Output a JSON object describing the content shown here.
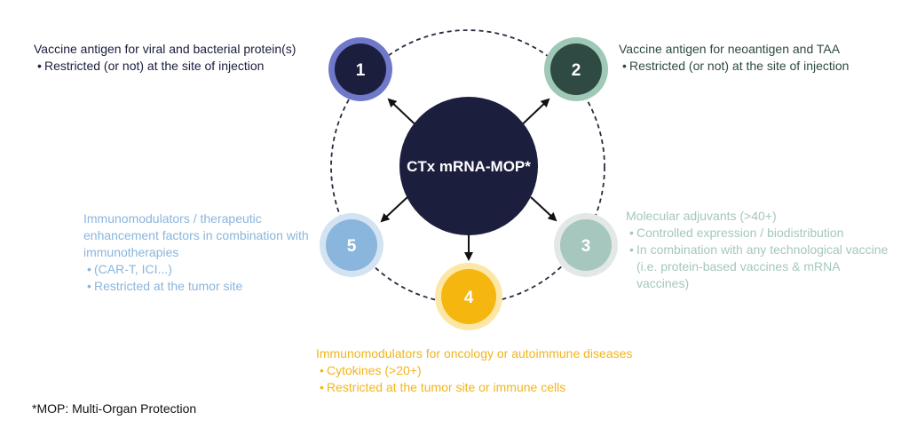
{
  "center_label": "CTx mRNA-MOP*",
  "nodes": [
    {
      "number": "1",
      "fill": "#1b1e3d",
      "ring": "#7079c9"
    },
    {
      "number": "2",
      "fill": "#2f4a43",
      "ring": "#9fc8b6"
    },
    {
      "number": "3",
      "fill": "#a5c7bd",
      "ring": "#e3e8e6"
    },
    {
      "number": "4",
      "fill": "#f6b610",
      "ring": "#fce7a6"
    },
    {
      "number": "5",
      "fill": "#8ab5dc",
      "ring": "#d3e3f2"
    }
  ],
  "blocks": {
    "b1": {
      "title": "Vaccine antigen for viral and bacterial protein(s)",
      "bullets": [
        "Restricted (or not) at the site of injection"
      ]
    },
    "b2": {
      "title": "Vaccine antigen for neoantigen and TAA",
      "bullets": [
        "Restricted (or not) at the site of injection"
      ]
    },
    "b3": {
      "title": "Molecular adjuvants (>40+)",
      "bullets": [
        "Controlled expression / biodistribution",
        "In combination with any technological vaccine (i.e. protein-based vaccines & mRNA vaccines)"
      ]
    },
    "b4": {
      "title": "Immunomodulators for oncology or autoimmune diseases",
      "bullets": [
        "Cytokines (>20+)",
        "Restricted at the tumor site or immune cells"
      ]
    },
    "b5": {
      "title": "Immunomodulators / therapeutic enhancement factors in combination with immunotherapies",
      "bullets": [
        "(CAR-T, ICI...)",
        "Restricted at the tumor site"
      ]
    }
  },
  "footnote": "*MOP: Multi-Organ Protection",
  "colors": {
    "dashed_circle": "#2a2a40",
    "arrow": "#111111",
    "center": "#1b1e3d"
  }
}
